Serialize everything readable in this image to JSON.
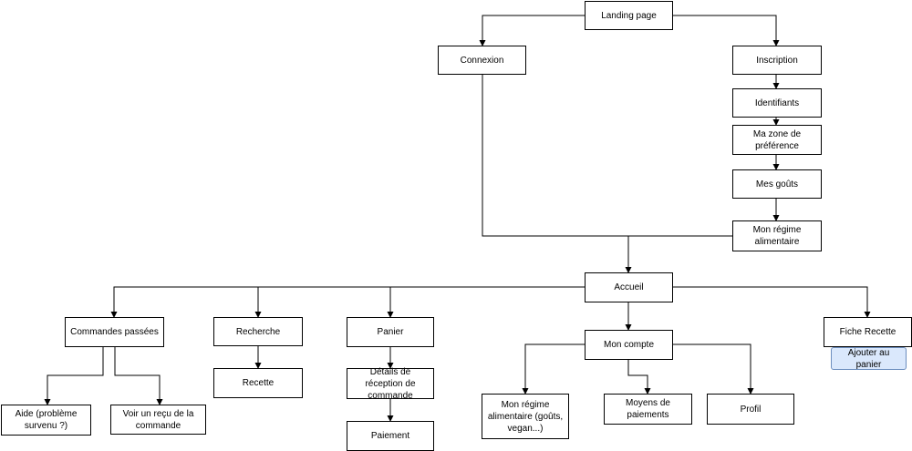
{
  "diagram": {
    "nodes": {
      "landing": "Landing page",
      "connexion": "Connexion",
      "inscription": "Inscription",
      "identifiants": "Identifiants",
      "zone": "Ma zone de préférence",
      "gouts": "Mes goûts",
      "regime": "Mon régime alimentaire",
      "accueil": "Accueil",
      "commandes": "Commandes passées",
      "recherche": "Recherche",
      "panier": "Panier",
      "moncompte": "Mon compte",
      "fiche": "Fiche Recette",
      "ajouter": "Ajouter au panier",
      "recette": "Recette",
      "details": "Détails de réception de commande",
      "paiement": "Paiement",
      "aide": "Aide (problème survenu ?)",
      "recu": "Voir un reçu de la commande",
      "regime2": "Mon régime alimentaire (goûts, vegan...)",
      "moyens": "Moyens de paiements",
      "profil": "Profil"
    },
    "edges": [
      {
        "from": "landing",
        "to": "connexion"
      },
      {
        "from": "landing",
        "to": "inscription"
      },
      {
        "from": "inscription",
        "to": "identifiants"
      },
      {
        "from": "identifiants",
        "to": "zone"
      },
      {
        "from": "zone",
        "to": "gouts"
      },
      {
        "from": "gouts",
        "to": "regime"
      },
      {
        "from": "regime",
        "to": "accueil"
      },
      {
        "from": "connexion",
        "to": "accueil"
      },
      {
        "from": "accueil",
        "to": "commandes"
      },
      {
        "from": "accueil",
        "to": "recherche"
      },
      {
        "from": "accueil",
        "to": "panier"
      },
      {
        "from": "accueil",
        "to": "moncompte"
      },
      {
        "from": "accueil",
        "to": "fiche"
      },
      {
        "from": "recherche",
        "to": "recette"
      },
      {
        "from": "panier",
        "to": "details"
      },
      {
        "from": "details",
        "to": "paiement"
      },
      {
        "from": "commandes",
        "to": "aide"
      },
      {
        "from": "commandes",
        "to": "recu"
      },
      {
        "from": "moncompte",
        "to": "regime2"
      },
      {
        "from": "moncompte",
        "to": "moyens"
      },
      {
        "from": "moncompte",
        "to": "profil"
      }
    ],
    "colors": {
      "line": "#000000",
      "box_border": "#000000",
      "box_fill": "#ffffff",
      "highlight_fill": "#dae8fc",
      "highlight_border": "#6c8ebf"
    }
  }
}
